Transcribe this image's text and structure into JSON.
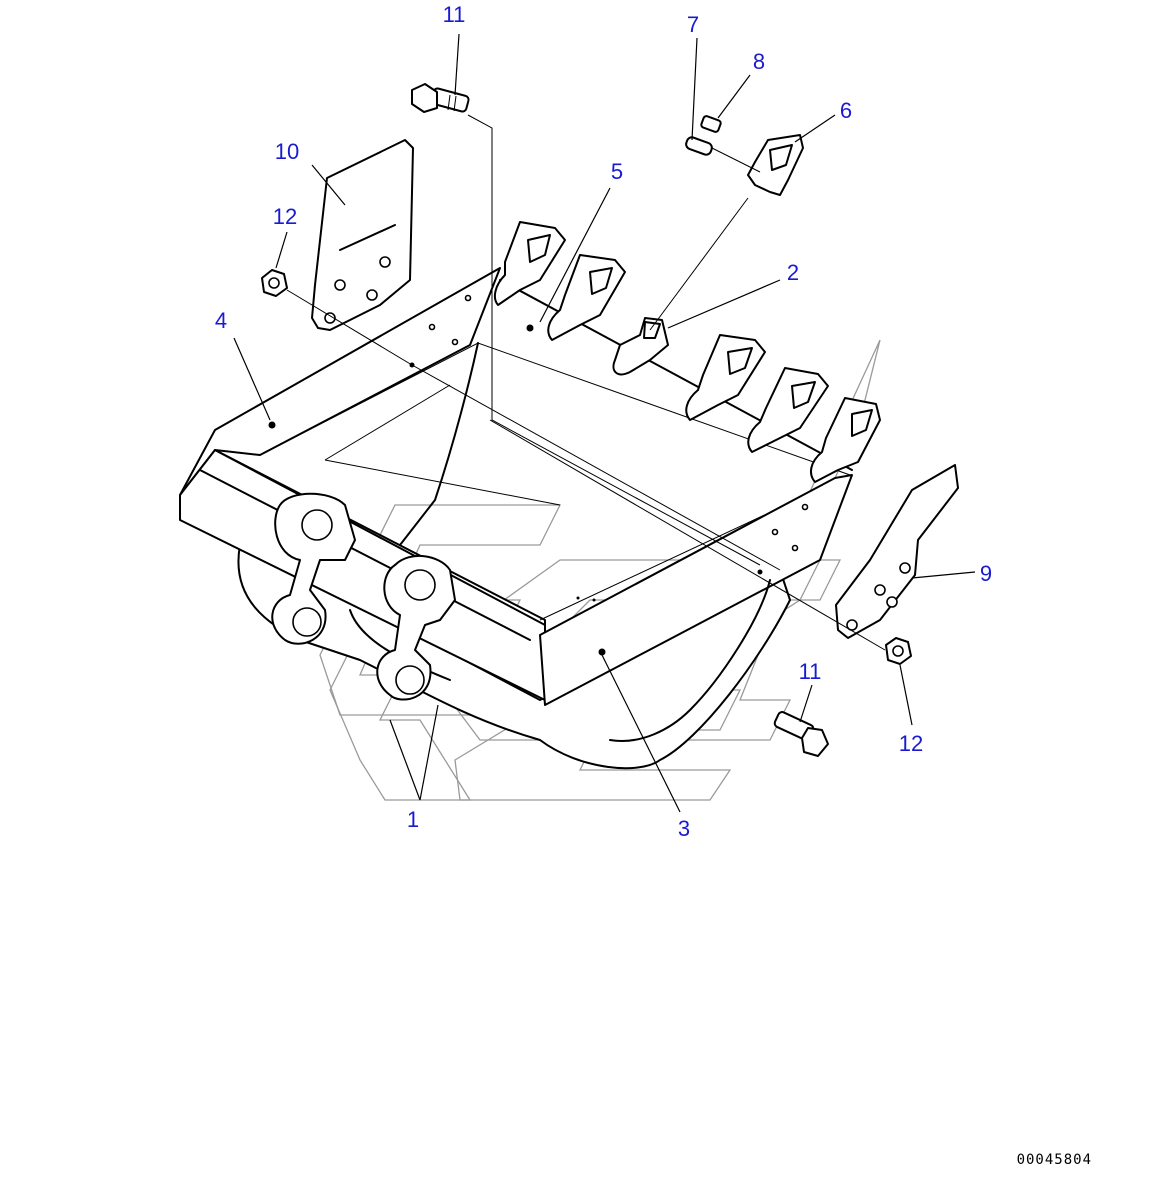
{
  "diagram": {
    "document_number": "00045804",
    "callouts": {
      "c1": "1",
      "c2": "2",
      "c3": "3",
      "c4": "4",
      "c5": "5",
      "c6": "6",
      "c7": "7",
      "c8": "8",
      "c9": "9",
      "c10": "10",
      "c11_top": "11",
      "c11_right": "11",
      "c12_left": "12",
      "c12_right": "12"
    },
    "colors": {
      "callout_text": "#1a1ad2",
      "line_art": "#000000",
      "watermark": "#9a9a9a",
      "background": "#ffffff"
    }
  }
}
